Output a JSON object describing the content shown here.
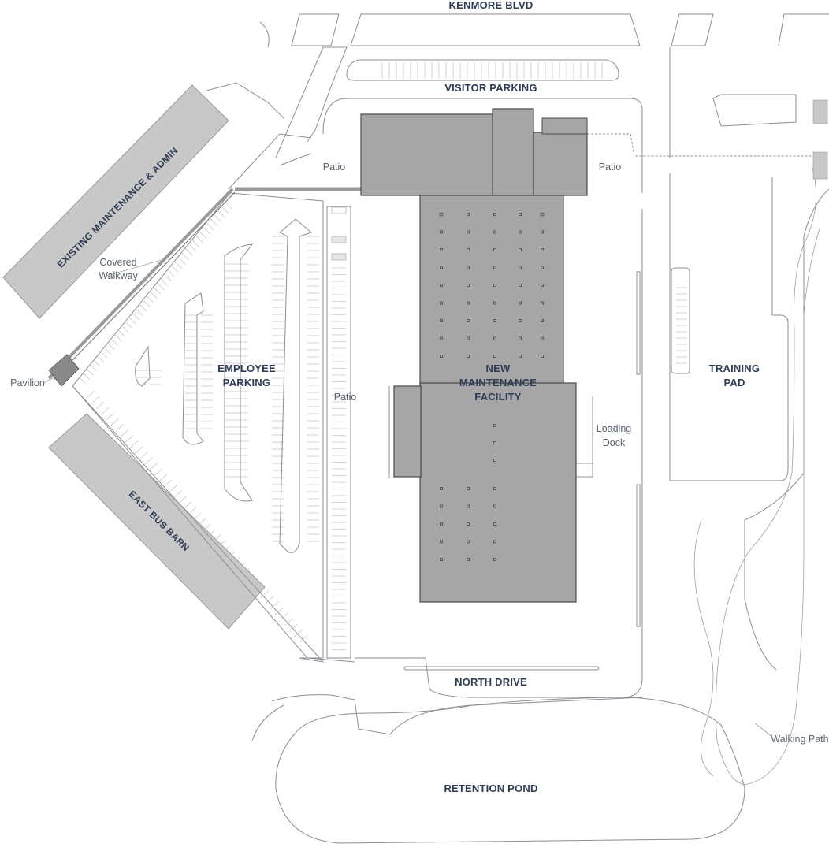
{
  "map": {
    "labels": {
      "kenmore_blvd": "KENMORE BLVD",
      "visitor_parking": "VISITOR PARKING",
      "patio_left": "Patio",
      "patio_right": "Patio",
      "patio_middle": "Patio",
      "existing_building": "EXISTING MAINTENANCE & ADMIN",
      "covered_walkway_1": "Covered",
      "covered_walkway_2": "Walkway",
      "pavilion": "Pavilion",
      "employee_parking_1": "EMPLOYEE",
      "employee_parking_2": "PARKING",
      "new_facility_1": "NEW",
      "new_facility_2": "MAINTENANCE",
      "new_facility_3": "FACILITY",
      "loading_dock_1": "Loading",
      "loading_dock_2": "Dock",
      "training_pad_1": "TRAINING",
      "training_pad_2": "PAD",
      "east_bus_barn": "EAST BUS BARN",
      "north_drive": "NORTH DRIVE",
      "walking_path": "Walking Path",
      "retention_pond": "RETENTION POND"
    },
    "colors": {
      "new_building": "#a6a6a6",
      "existing_building": "#c8c8c8",
      "outline": "#555555",
      "label": "#2e3c55"
    }
  }
}
